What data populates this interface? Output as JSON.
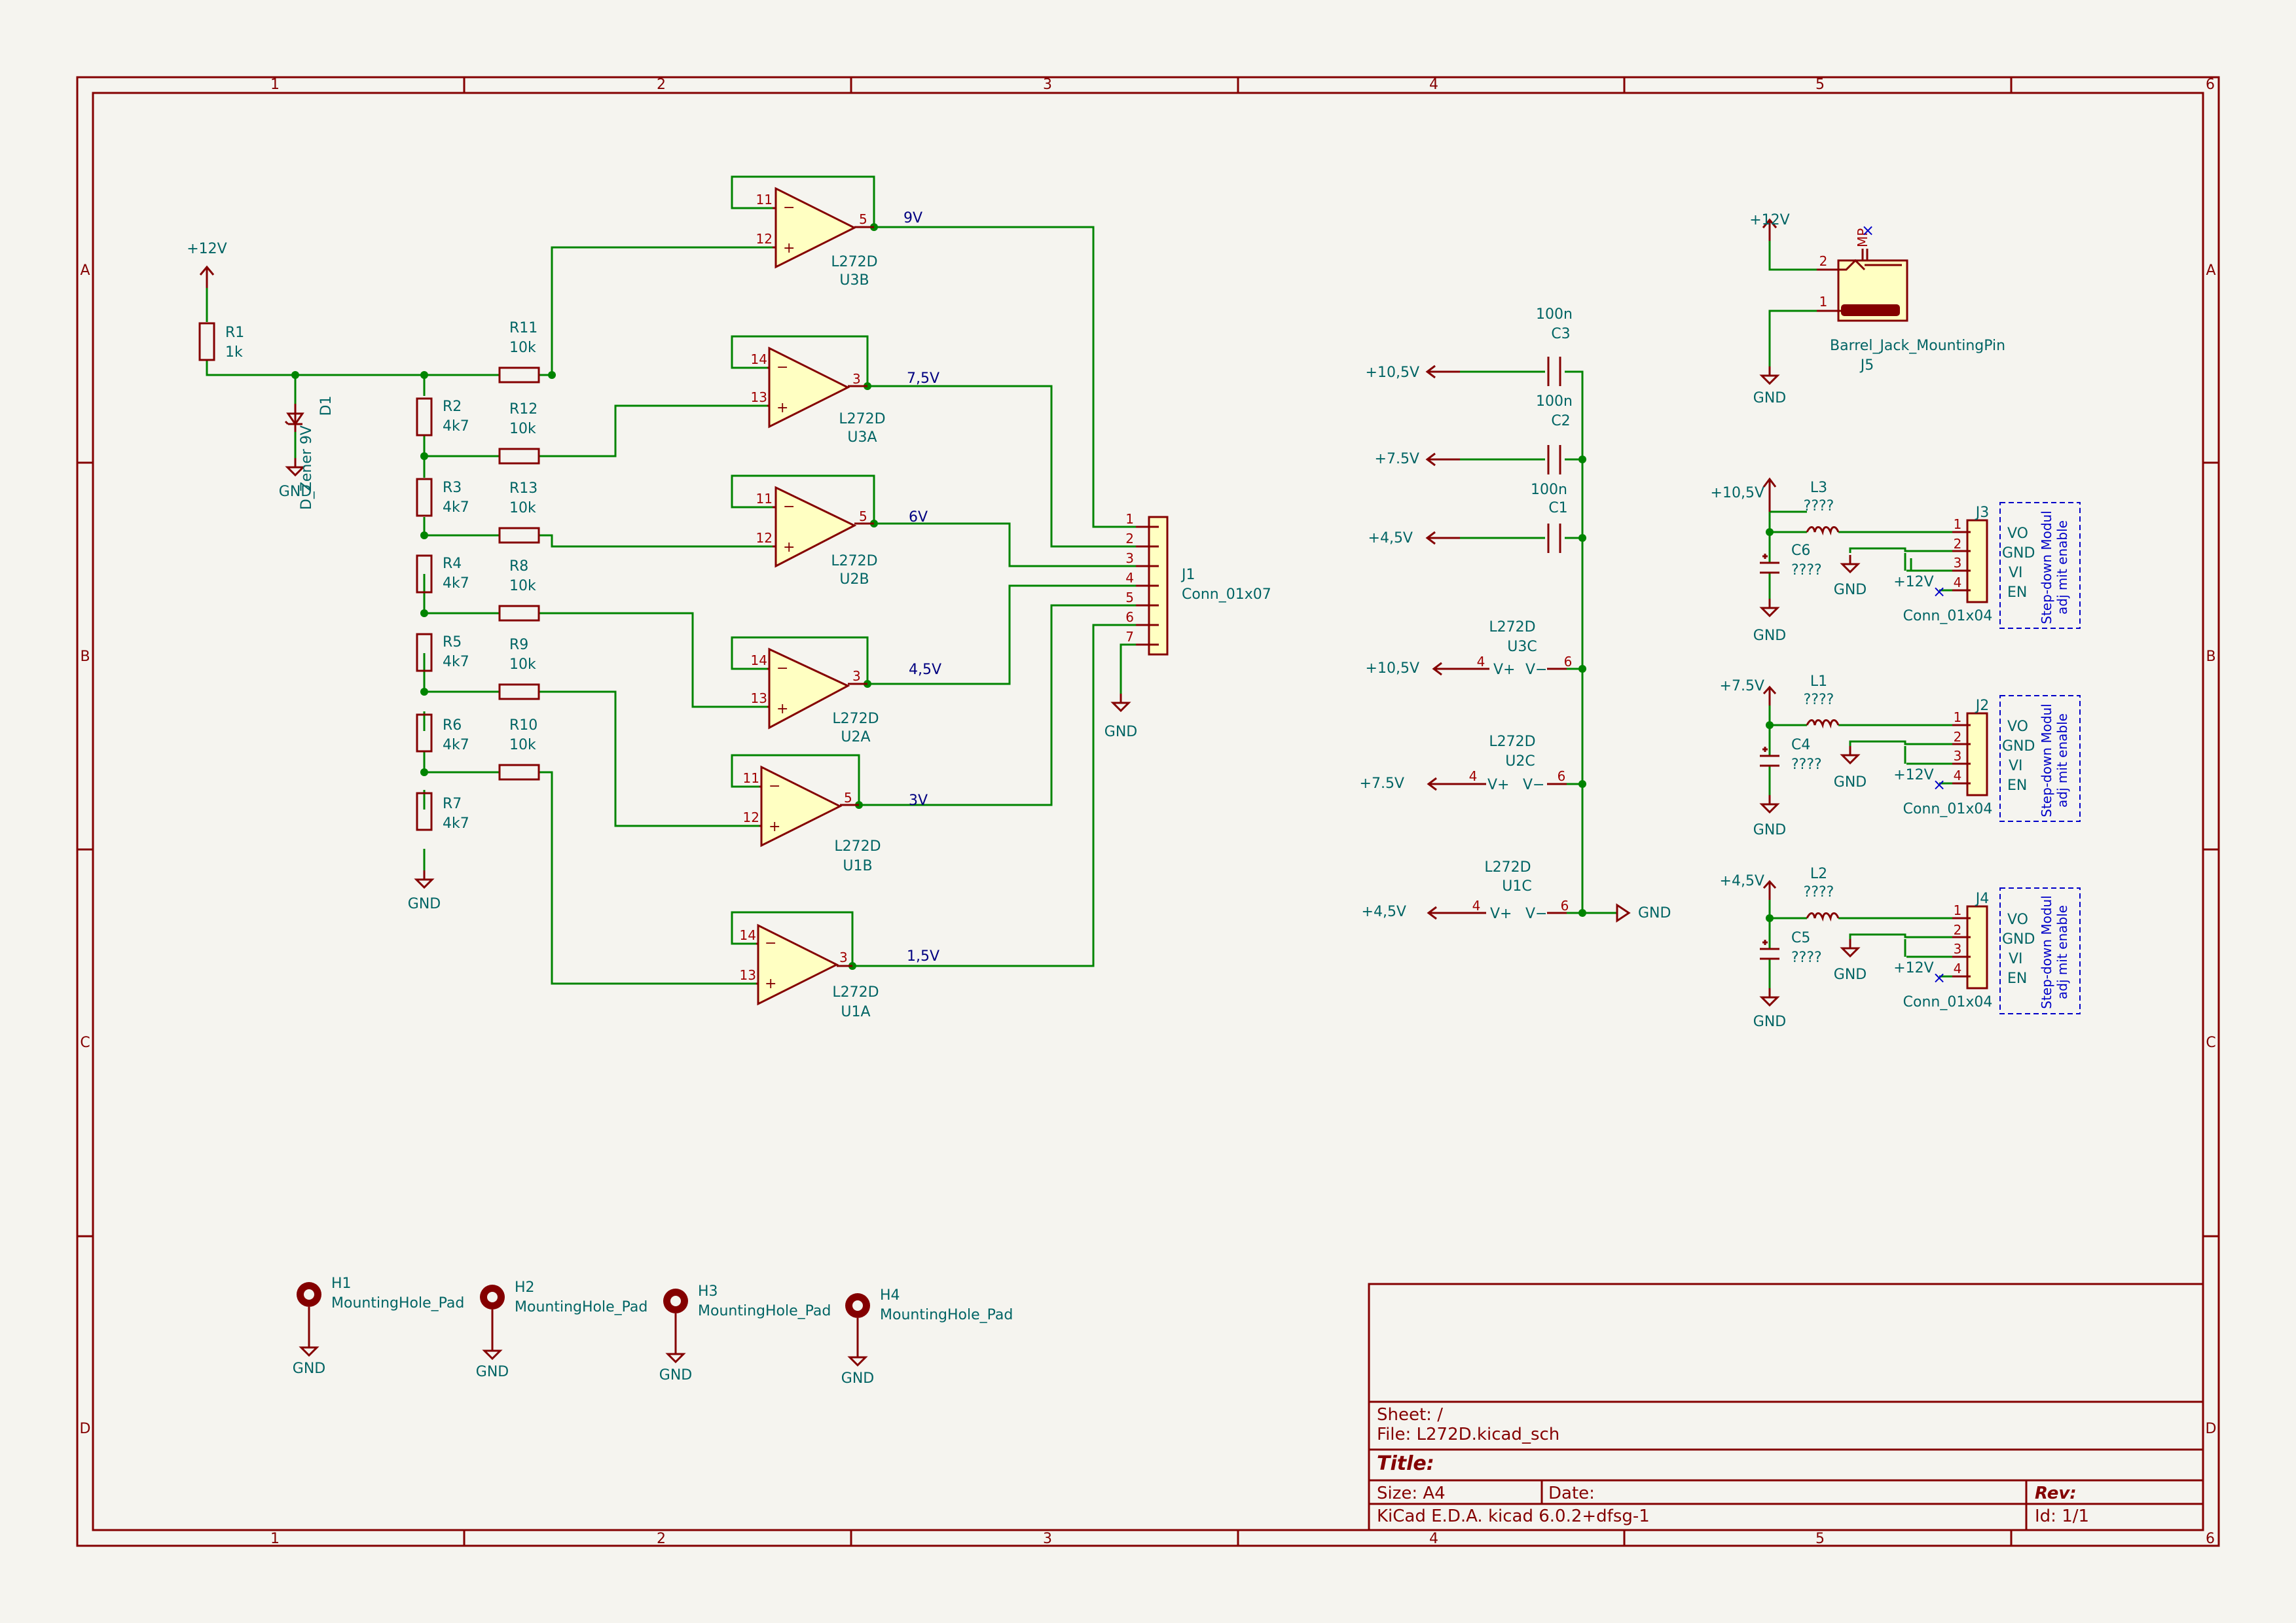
{
  "sheet": {
    "columns": [
      "1",
      "2",
      "3",
      "4",
      "5",
      "6"
    ],
    "rows": [
      "A",
      "B",
      "C",
      "D"
    ]
  },
  "title_block": {
    "sheet": "Sheet: /",
    "file": "File: L272D.kicad_sch",
    "title": "Title:",
    "size": "Size: A4",
    "date": "Date:",
    "rev": "Rev:",
    "tool": "KiCad E.D.A.  kicad 6.0.2+dfsg-1",
    "id": "Id: 1/1"
  },
  "power": {
    "p12": "+12V",
    "gnd": "GND",
    "p105": "+10,5V",
    "p75": "+7.5V",
    "p45": "+4,5V"
  },
  "resistors": [
    {
      "ref": "R1",
      "val": "1k"
    },
    {
      "ref": "R11",
      "val": "10k"
    },
    {
      "ref": "R12",
      "val": "10k"
    },
    {
      "ref": "R13",
      "val": "10k"
    },
    {
      "ref": "R8",
      "val": "10k"
    },
    {
      "ref": "R9",
      "val": "10k"
    },
    {
      "ref": "R10",
      "val": "10k"
    },
    {
      "ref": "R2",
      "val": "4k7"
    },
    {
      "ref": "R3",
      "val": "4k7"
    },
    {
      "ref": "R4",
      "val": "4k7"
    },
    {
      "ref": "R5",
      "val": "4k7"
    },
    {
      "ref": "R6",
      "val": "4k7"
    },
    {
      "ref": "R7",
      "val": "4k7"
    }
  ],
  "diode": {
    "ref": "D1",
    "val": "D_Zener 9V"
  },
  "opamps": [
    {
      "ref": "U3B",
      "val": "L272D",
      "pin_minus": "11",
      "pin_plus": "12",
      "pin_out": "5",
      "net": "9V"
    },
    {
      "ref": "U3A",
      "val": "L272D",
      "pin_minus": "14",
      "pin_plus": "13",
      "pin_out": "3",
      "net": "7,5V"
    },
    {
      "ref": "U2B",
      "val": "L272D",
      "pin_minus": "11",
      "pin_plus": "12",
      "pin_out": "5",
      "net": "6V"
    },
    {
      "ref": "U2A",
      "val": "L272D",
      "pin_minus": "14",
      "pin_plus": "13",
      "pin_out": "3",
      "net": "4,5V"
    },
    {
      "ref": "U1B",
      "val": "L272D",
      "pin_minus": "11",
      "pin_plus": "12",
      "pin_out": "5",
      "net": "3V"
    },
    {
      "ref": "U1A",
      "val": "L272D",
      "pin_minus": "14",
      "pin_plus": "13",
      "pin_out": "3",
      "net": "1,5V"
    }
  ],
  "j1": {
    "ref": "J1",
    "val": "Conn_01x07",
    "pins": [
      "1",
      "2",
      "3",
      "4",
      "5",
      "6",
      "7"
    ]
  },
  "caps": [
    {
      "ref": "C3",
      "val": "100n"
    },
    {
      "ref": "C2",
      "val": "100n"
    },
    {
      "ref": "C1",
      "val": "100n"
    }
  ],
  "power_units": [
    {
      "val": "L272D",
      "ref": "U3C",
      "vplus": "V+",
      "vminus": "V−",
      "pin_p": "4",
      "pin_m": "6",
      "rail": "+10,5V"
    },
    {
      "val": "L272D",
      "ref": "U2C",
      "vplus": "V+",
      "vminus": "V−",
      "pin_p": "4",
      "pin_m": "6",
      "rail": "+7.5V"
    },
    {
      "val": "L272D",
      "ref": "U1C",
      "vplus": "V+",
      "vminus": "V−",
      "pin_p": "4",
      "pin_m": "6",
      "rail": "+4,5V"
    }
  ],
  "barrel": {
    "ref": "J5",
    "val": "Barrel_Jack_MountingPin",
    "mp": "MP",
    "pin1": "1",
    "pin2": "2"
  },
  "modules": [
    {
      "rail": "+10,5V",
      "l_ref": "L3",
      "l_val": "????",
      "c_ref": "C6",
      "c_val": "????",
      "j_ref": "J3",
      "j_val": "Conn_01x04"
    },
    {
      "rail": "+7.5V",
      "l_ref": "L1",
      "l_val": "????",
      "c_ref": "C4",
      "c_val": "????",
      "j_ref": "J2",
      "j_val": "Conn_01x04"
    },
    {
      "rail": "+4,5V",
      "l_ref": "L2",
      "l_val": "????",
      "c_ref": "C5",
      "c_val": "????",
      "j_ref": "J4",
      "j_val": "Conn_01x04"
    }
  ],
  "module_pins": {
    "vo": "VO",
    "gnd": "GND",
    "vi": "VI",
    "en": "EN",
    "p1": "1",
    "p2": "2",
    "p3": "3",
    "p4": "4"
  },
  "module_note": {
    "line1": "Step-down Modul",
    "line2": "adj mit enable"
  },
  "holes": [
    {
      "ref": "H1",
      "val": "MountingHole_Pad"
    },
    {
      "ref": "H2",
      "val": "MountingHole_Pad"
    },
    {
      "ref": "H3",
      "val": "MountingHole_Pad"
    },
    {
      "ref": "H4",
      "val": "MountingHole_Pad"
    }
  ]
}
